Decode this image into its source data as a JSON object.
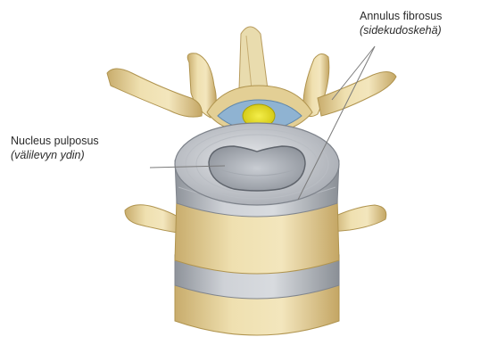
{
  "labels": {
    "annulus": {
      "main": "Annulus fibrosus",
      "sub": "(sidekudoskehä)"
    },
    "nucleus": {
      "main": "Nucleus pulposus",
      "sub": "(välilevyn ydin)"
    }
  },
  "colors": {
    "bone": "#e9d9a6",
    "bone_shadow": "#c9b27a",
    "disc": "#c9ccd1",
    "disc_dark": "#9ea3ab",
    "nucleus": "#b7bcc4",
    "spinal_cord": "#e4dc1e",
    "ligament_blue": "#7fa6c8",
    "leader_line": "#7a7a7a"
  }
}
